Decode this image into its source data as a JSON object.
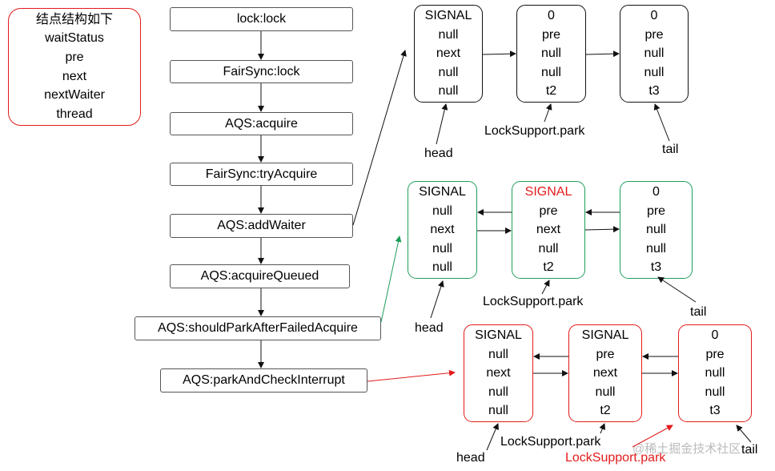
{
  "legend": {
    "title": "结点结构如下",
    "fields": [
      "waitStatus",
      "pre",
      "next",
      "nextWaiter",
      "thread"
    ]
  },
  "flow": {
    "steps": [
      "lock:lock",
      "FairSync:lock",
      "AQS:acquire",
      "FairSync:tryAcquire",
      "AQS:addWaiter",
      "AQS:acquireQueued",
      "AQS:shouldParkAfterFailedAcquire",
      "AQS:parkAndCheckInterrupt"
    ]
  },
  "stages": [
    {
      "color": "black",
      "nodes": [
        [
          "SIGNAL",
          "null",
          "next",
          "null",
          "null"
        ],
        [
          "0",
          "pre",
          "null",
          "null",
          "t2"
        ],
        [
          "0",
          "pre",
          "null",
          "null",
          "t3"
        ]
      ],
      "labels": {
        "head": "head",
        "tail": "tail",
        "park": "LockSupport.park"
      }
    },
    {
      "color": "green",
      "nodes": [
        [
          "SIGNAL",
          "null",
          "next",
          "null",
          "null"
        ],
        [
          "SIGNAL",
          "pre",
          "next",
          "null",
          "t2"
        ],
        [
          "0",
          "pre",
          "null",
          "null",
          "t3"
        ]
      ],
      "labels": {
        "head": "head",
        "tail": "tail",
        "park": "LockSupport.park"
      }
    },
    {
      "color": "red",
      "nodes": [
        [
          "SIGNAL",
          "null",
          "next",
          "null",
          "null"
        ],
        [
          "SIGNAL",
          "pre",
          "next",
          "null",
          "t2"
        ],
        [
          "0",
          "pre",
          "null",
          "null",
          "t3"
        ]
      ],
      "labels": {
        "head": "head",
        "tail": "tail",
        "park": "LockSupport.park",
        "park_red": "LockSupport.park"
      }
    }
  ],
  "colors": {
    "black": "#111111",
    "green": "#1e9e5a",
    "red": "#e31b1b"
  },
  "watermark": "@稀土掘金技术社区"
}
